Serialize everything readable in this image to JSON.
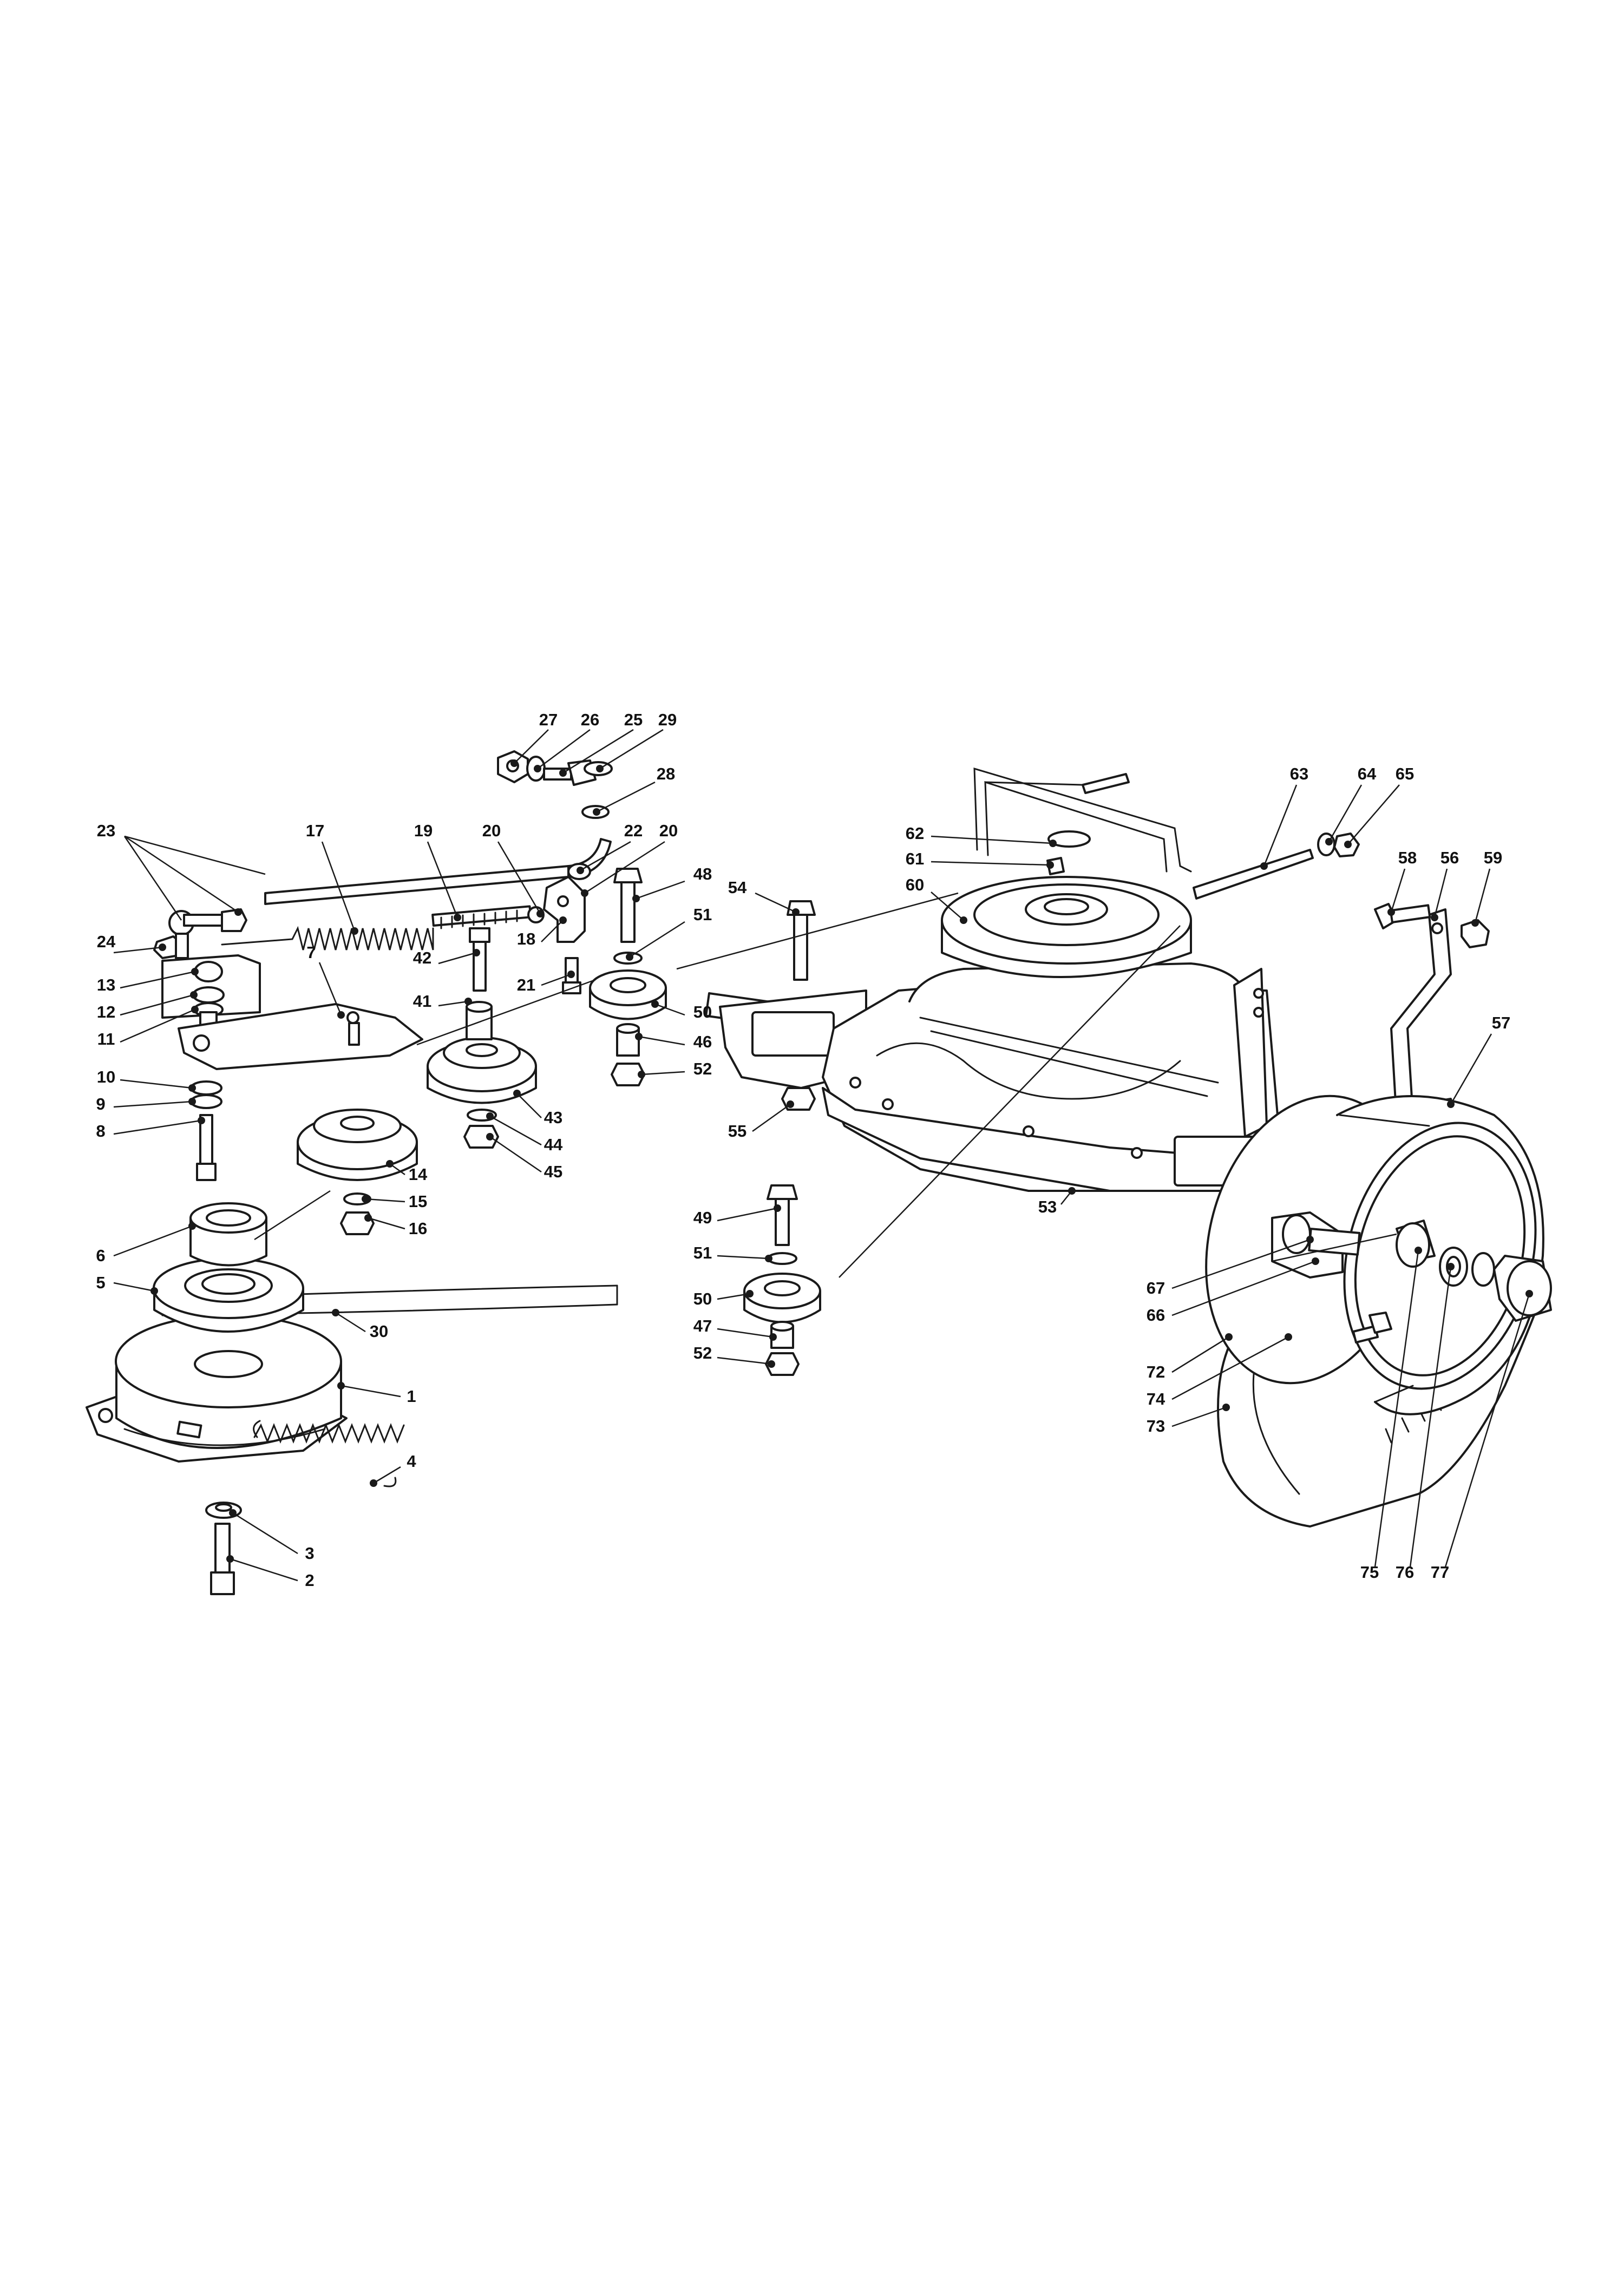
{
  "callouts": [
    {
      "id": "c27",
      "label": "27"
    },
    {
      "id": "c26",
      "label": "26"
    },
    {
      "id": "c25",
      "label": "25"
    },
    {
      "id": "c29",
      "label": "29"
    },
    {
      "id": "c28",
      "label": "28"
    },
    {
      "id": "c23",
      "label": "23"
    },
    {
      "id": "c17",
      "label": "17"
    },
    {
      "id": "c19",
      "label": "19"
    },
    {
      "id": "c20a",
      "label": "20"
    },
    {
      "id": "c22",
      "label": "22"
    },
    {
      "id": "c20b",
      "label": "20"
    },
    {
      "id": "c48",
      "label": "48"
    },
    {
      "id": "c51a",
      "label": "51"
    },
    {
      "id": "c54",
      "label": "54"
    },
    {
      "id": "c24",
      "label": "24"
    },
    {
      "id": "c7",
      "label": "7"
    },
    {
      "id": "c42",
      "label": "42"
    },
    {
      "id": "c18",
      "label": "18"
    },
    {
      "id": "c21",
      "label": "21"
    },
    {
      "id": "c41",
      "label": "41"
    },
    {
      "id": "c13",
      "label": "13"
    },
    {
      "id": "c12",
      "label": "12"
    },
    {
      "id": "c11",
      "label": "11"
    },
    {
      "id": "c10",
      "label": "10"
    },
    {
      "id": "c9",
      "label": "9"
    },
    {
      "id": "c8",
      "label": "8"
    },
    {
      "id": "c50a",
      "label": "50"
    },
    {
      "id": "c46",
      "label": "46"
    },
    {
      "id": "c52a",
      "label": "52"
    },
    {
      "id": "c43",
      "label": "43"
    },
    {
      "id": "c44",
      "label": "44"
    },
    {
      "id": "c45",
      "label": "45"
    },
    {
      "id": "c14",
      "label": "14"
    },
    {
      "id": "c15",
      "label": "15"
    },
    {
      "id": "c16",
      "label": "16"
    },
    {
      "id": "c55",
      "label": "55"
    },
    {
      "id": "c62",
      "label": "62"
    },
    {
      "id": "c61",
      "label": "61"
    },
    {
      "id": "c60",
      "label": "60"
    },
    {
      "id": "c63",
      "label": "63"
    },
    {
      "id": "c64",
      "label": "64"
    },
    {
      "id": "c65",
      "label": "65"
    },
    {
      "id": "c58",
      "label": "58"
    },
    {
      "id": "c56",
      "label": "56"
    },
    {
      "id": "c59",
      "label": "59"
    },
    {
      "id": "c57",
      "label": "57"
    },
    {
      "id": "c53",
      "label": "53"
    },
    {
      "id": "c49",
      "label": "49"
    },
    {
      "id": "c51b",
      "label": "51"
    },
    {
      "id": "c50b",
      "label": "50"
    },
    {
      "id": "c47",
      "label": "47"
    },
    {
      "id": "c52b",
      "label": "52"
    },
    {
      "id": "c6",
      "label": "6"
    },
    {
      "id": "c5",
      "label": "5"
    },
    {
      "id": "c30",
      "label": "30"
    },
    {
      "id": "c1",
      "label": "1"
    },
    {
      "id": "c4",
      "label": "4"
    },
    {
      "id": "c3",
      "label": "3"
    },
    {
      "id": "c2",
      "label": "2"
    },
    {
      "id": "c67",
      "label": "67"
    },
    {
      "id": "c66",
      "label": "66"
    },
    {
      "id": "c72",
      "label": "72"
    },
    {
      "id": "c74",
      "label": "74"
    },
    {
      "id": "c73",
      "label": "73"
    },
    {
      "id": "c75",
      "label": "75"
    },
    {
      "id": "c76",
      "label": "76"
    },
    {
      "id": "c77",
      "label": "77"
    }
  ]
}
